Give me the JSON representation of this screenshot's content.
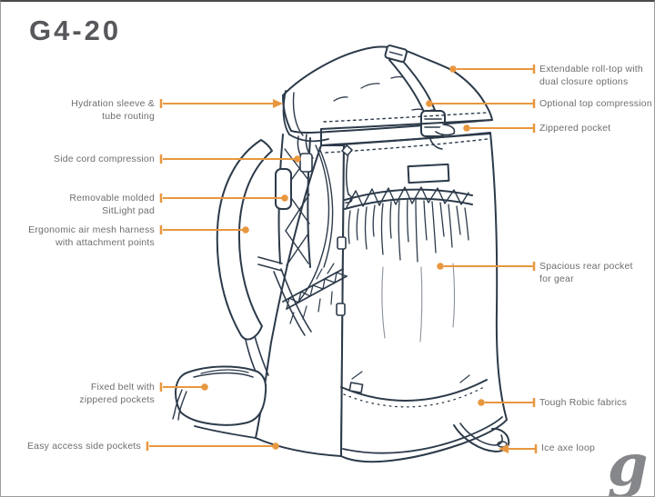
{
  "title": "G4-20",
  "illustration": "ultralight-backpack-line-drawing",
  "callouts": {
    "left": [
      {
        "id": "hydration",
        "label": "Hydration sleeve &\ntube routing"
      },
      {
        "id": "side-cord",
        "label": "Side cord compression"
      },
      {
        "id": "sitlight-pad",
        "label": "Removable molded\nSitLight pad"
      },
      {
        "id": "harness",
        "label": "Ergonomic air mesh harness\nwith attachment points"
      },
      {
        "id": "fixed-belt",
        "label": "Fixed belt with\nzippered pockets"
      },
      {
        "id": "side-pockets",
        "label": "Easy access side pockets"
      }
    ],
    "right": [
      {
        "id": "roll-top",
        "label": "Extendable roll-top with\ndual closure options"
      },
      {
        "id": "top-compression",
        "label": "Optional top compression"
      },
      {
        "id": "zippered-pocket",
        "label": "Zippered pocket"
      },
      {
        "id": "rear-pocket",
        "label": "Spacious rear pocket\nfor gear"
      },
      {
        "id": "fabrics",
        "label": "Tough Robic fabrics"
      },
      {
        "id": "ice-axe-loop",
        "label": "Ice axe loop"
      }
    ]
  },
  "logo": {
    "name": "gossamer-gear-logo",
    "glyph": "g"
  },
  "colors": {
    "accent_orange": "#E8973F",
    "illustration_navy": "#2C3A4A",
    "label_gray": "#6D6E70",
    "title_gray": "#57585B",
    "logo_gray": "#86878A"
  }
}
